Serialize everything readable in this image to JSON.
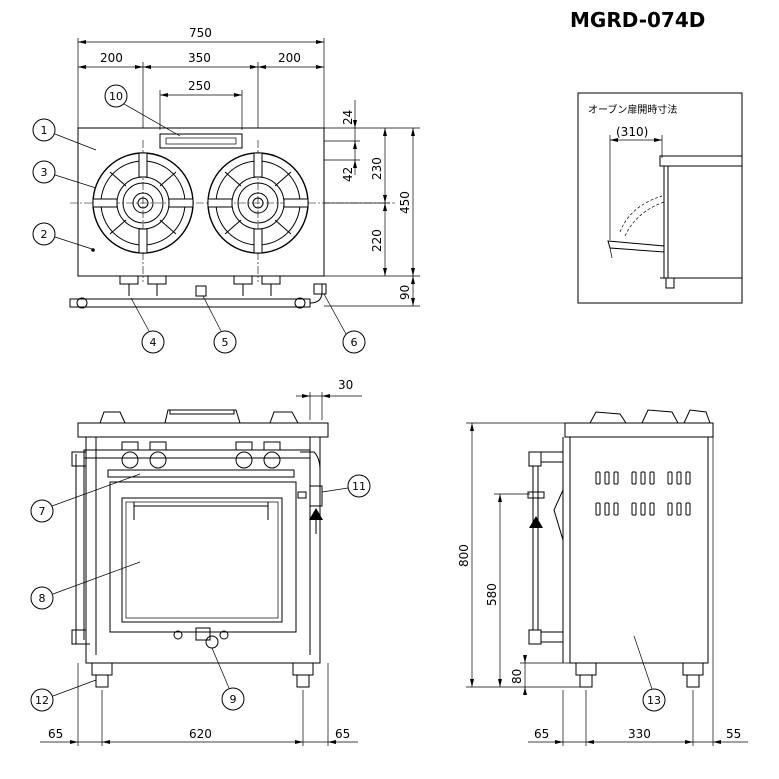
{
  "title": "MGRD-074D",
  "inset_caption": "オーブン扉開時寸法",
  "inset_dim": "(310)",
  "dims": {
    "top_750": "750",
    "top_200_left": "200",
    "top_350": "350",
    "top_200_right": "200",
    "top_250": "250",
    "right_24": "24",
    "right_42": "42",
    "right_230": "230",
    "right_220": "220",
    "right_450": "450",
    "right_90": "90",
    "front_30": "30",
    "front_65_left": "65",
    "front_620": "620",
    "front_65_right": "65",
    "side_800": "800",
    "side_580": "580",
    "side_80": "80",
    "side_65": "65",
    "side_330": "330",
    "side_55": "55"
  },
  "callouts": [
    "1",
    "2",
    "3",
    "4",
    "5",
    "6",
    "7",
    "8",
    "9",
    "10",
    "11",
    "12",
    "13"
  ]
}
